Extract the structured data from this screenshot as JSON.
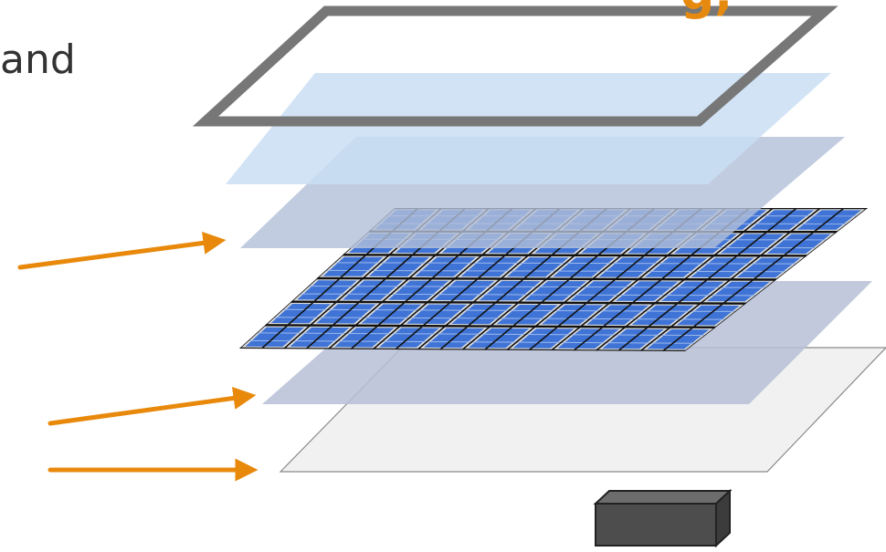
{
  "heading_fragment": "g,",
  "body_fragment": "and",
  "colors": {
    "accent_orange": "#e8890c",
    "frame_gray": "#777777",
    "glass_blue": "#cfe3f5",
    "encapsulant_gray": "#b9c2d8",
    "cell_blue": "#3f74d6",
    "backsheet_white": "#f0f0f0",
    "junction_box": "#4a4a4a"
  },
  "layers": [
    {
      "name": "frame"
    },
    {
      "name": "glass"
    },
    {
      "name": "encapsulant-top"
    },
    {
      "name": "solar-cells"
    },
    {
      "name": "encapsulant-bottom"
    },
    {
      "name": "backsheet"
    },
    {
      "name": "junction-box"
    }
  ],
  "arrows": [
    {
      "target": "encapsulant-top"
    },
    {
      "target": "encapsulant-bottom"
    },
    {
      "target": "backsheet"
    }
  ]
}
